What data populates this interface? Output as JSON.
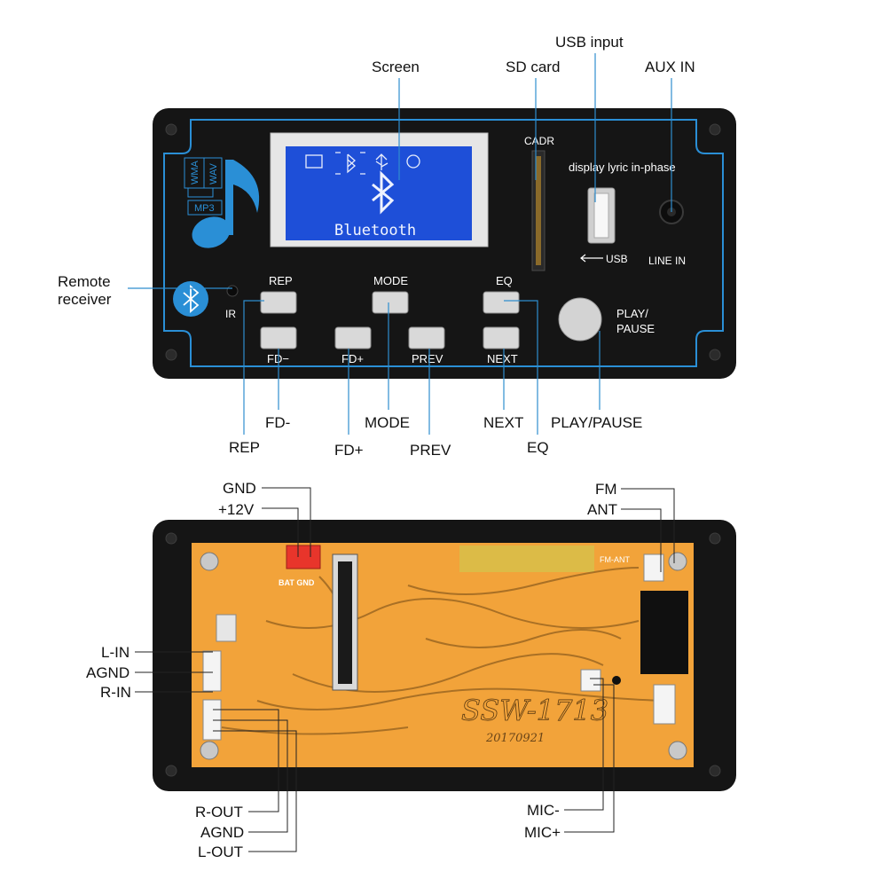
{
  "front_panel": {
    "screen_label": "Screen",
    "sd_card_label": "SD card",
    "usb_input_label": "USB input",
    "aux_in_label": "AUX IN",
    "remote_receiver_label_1": "Remote",
    "remote_receiver_label_2": "receiver",
    "lcd_text": "Bluetooth",
    "format_wma": "WMA",
    "format_wav": "WAV",
    "format_mp3": "MP3",
    "cadr": "CADR",
    "display_lyric": "display lyric in-phase",
    "usb_port_label": "USB",
    "line_in_label": "LINE IN",
    "ir_label": "IR",
    "buttons": {
      "rep": "REP",
      "mode": "MODE",
      "eq": "EQ",
      "fd_minus": "FD−",
      "fd_plus": "FD+",
      "prev": "PREV",
      "next": "NEXT",
      "play_pause_1": "PLAY/",
      "play_pause_2": "PAUSE"
    },
    "callouts": {
      "fd_minus": "FD-",
      "rep": "REP",
      "fd_plus": "FD+",
      "mode": "MODE",
      "prev": "PREV",
      "next": "NEXT",
      "eq": "EQ",
      "play_pause": "PLAY/PAUSE"
    }
  },
  "back_panel": {
    "gnd": "GND",
    "plus12v": "+12V",
    "fm": "FM",
    "ant": "ANT",
    "l_in": "L-IN",
    "agnd_in": "AGND",
    "r_in": "R-IN",
    "r_out": "R-OUT",
    "agnd_out": "AGND",
    "l_out": "L-OUT",
    "mic_minus": "MIC-",
    "mic_plus": "MIC+",
    "bat_gnd": "BAT GND",
    "fm_ant": "FM-ANT",
    "board_model": "SSW-1713",
    "board_date": "20170921"
  },
  "colors": {
    "panel_black": "#151515",
    "accent_blue": "#2a8fd6",
    "lcd_blue": "#1e4fd8",
    "pcb_orange": "#f2a33a",
    "power_red": "#e8352b"
  }
}
